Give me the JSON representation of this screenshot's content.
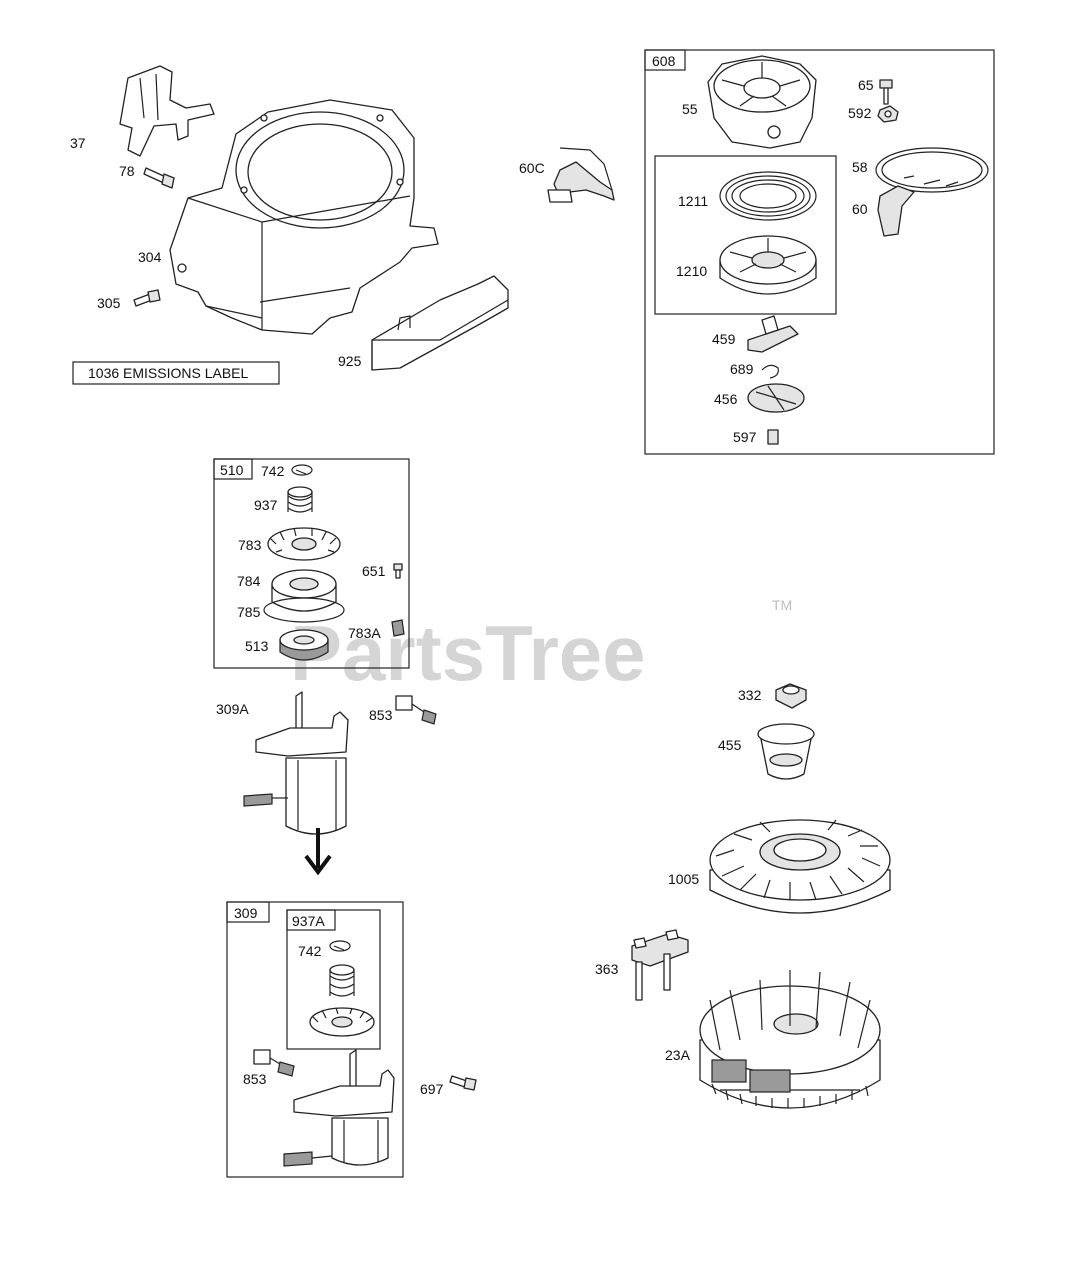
{
  "watermark": {
    "text": "PartsTree",
    "tm": "TM"
  },
  "emissions_label": "1036 EMISSIONS LABEL",
  "labels": {
    "p37": "37",
    "p78": "78",
    "p304": "304",
    "p305": "305",
    "p925": "925",
    "p60c": "60C",
    "p55": "55",
    "p65": "65",
    "p592": "592",
    "p58": "58",
    "p60": "60",
    "p1211": "1211",
    "p1210": "1210",
    "p459": "459",
    "p689": "689",
    "p456": "456",
    "p597": "597",
    "p742a": "742",
    "p937": "937",
    "p783": "783",
    "p651": "651",
    "p784": "784",
    "p785": "785",
    "p783a": "783A",
    "p513": "513",
    "p309a": "309A",
    "p853a": "853",
    "p742b": "742",
    "p853b": "853",
    "p697": "697",
    "p332": "332",
    "p455": "455",
    "p1005": "1005",
    "p363": "363",
    "p23a": "23A"
  },
  "kits": {
    "k608": "608",
    "k510": "510",
    "k309": "309",
    "k937a": "937A"
  }
}
